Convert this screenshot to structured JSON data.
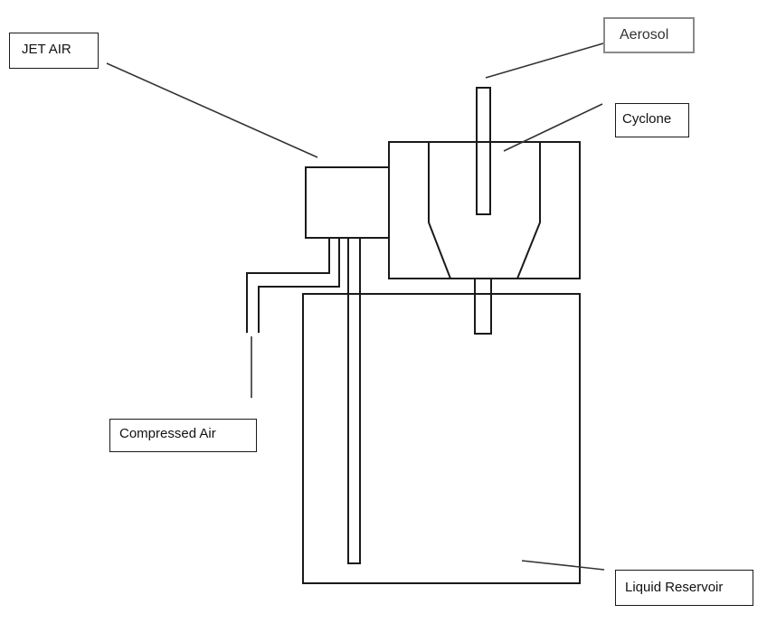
{
  "labels": {
    "jet_air": "JET AIR",
    "aerosol": "Aerosol",
    "cyclone": "Cyclone",
    "compressed_air": "Compressed Air",
    "liquid_reservoir": "Liquid Reservoir"
  },
  "colors": {
    "stroke": "#1a1a1a",
    "leader": "#333333",
    "aerosol_border": "#8a8a8a",
    "background": "#ffffff"
  }
}
